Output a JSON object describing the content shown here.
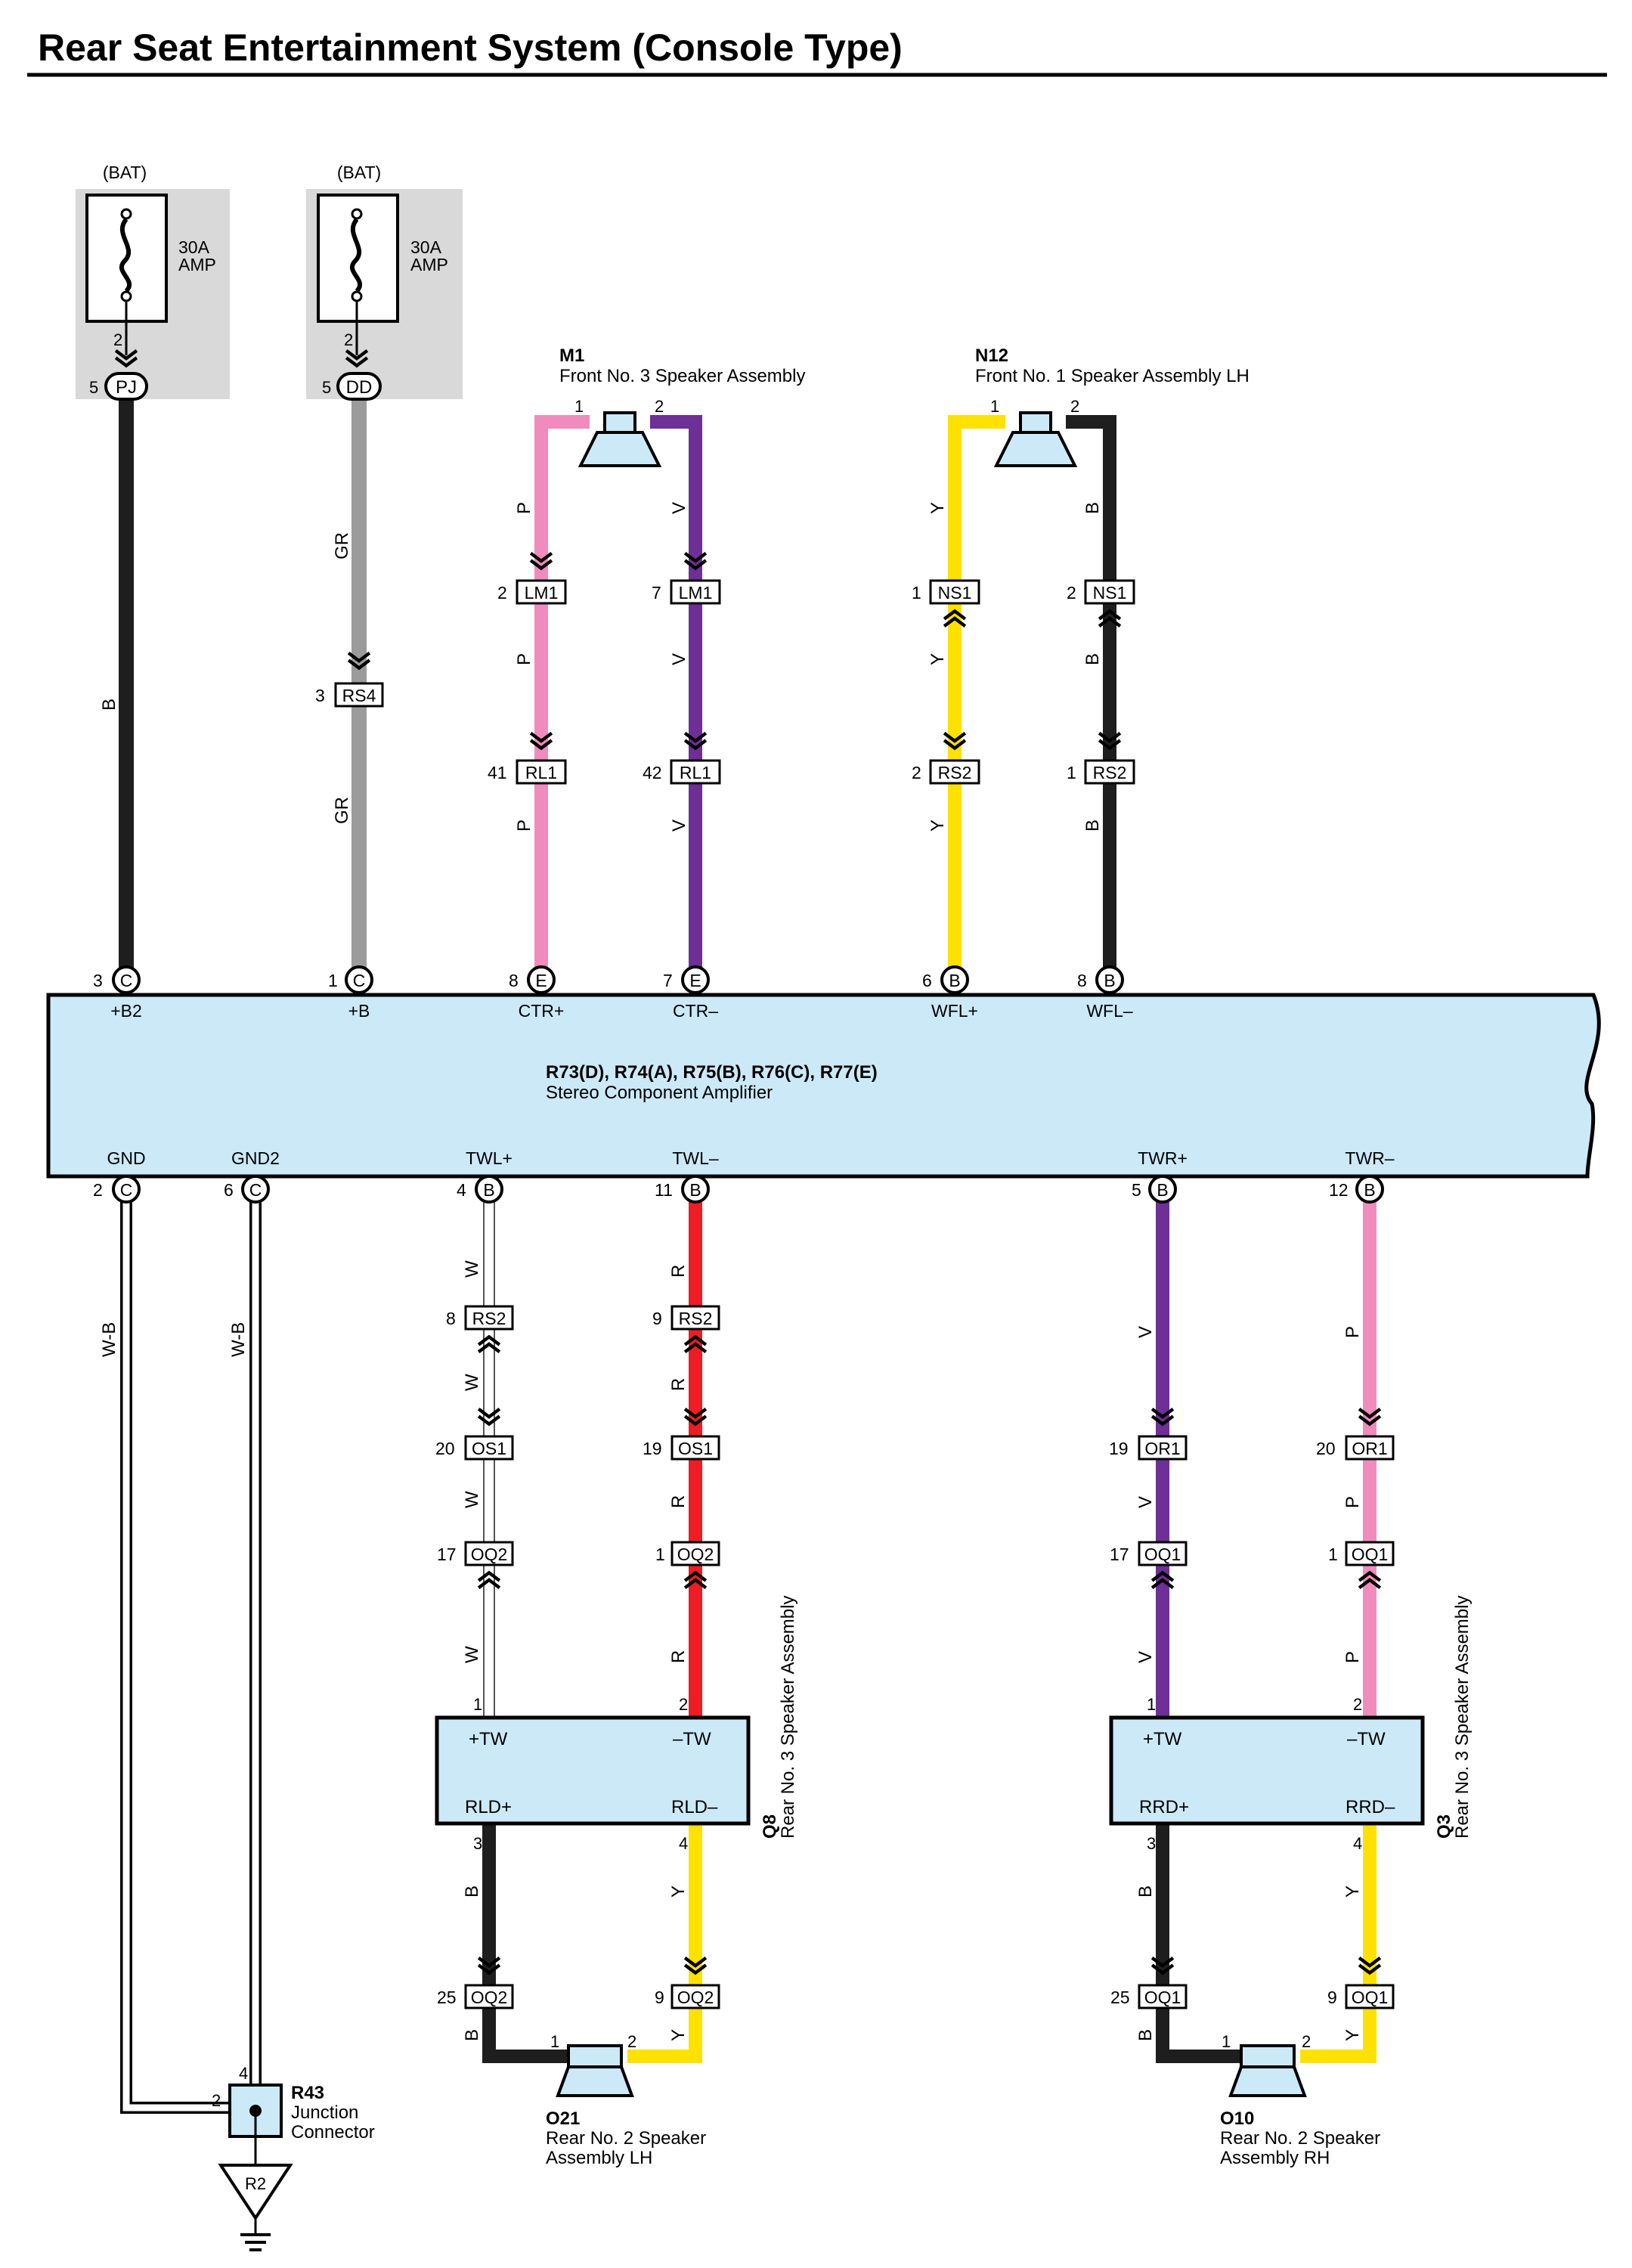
{
  "title": "Rear Seat Entertainment System (Console Type)",
  "colors": {
    "B": "#1e1e1e",
    "GR": "#9b9b9b",
    "P": "#f08bbd",
    "V": "#6e2f96",
    "Y": "#ffe100",
    "R": "#ee1c25",
    "W": "#ffffff",
    "component_fill": "#cce9f8",
    "fuse_box": "#d9d9d9"
  },
  "fuses": [
    {
      "source": "(BAT)",
      "rating": "30A",
      "unit": "AMP",
      "fuse_pin": "2",
      "conn_pin": "5",
      "conn": "PJ"
    },
    {
      "source": "(BAT)",
      "rating": "30A",
      "unit": "AMP",
      "fuse_pin": "2",
      "conn_pin": "5",
      "conn": "DD"
    }
  ],
  "amplifier": {
    "title": "R73(D), R74(A), R75(B), R76(C), R77(E)",
    "name": "Stereo Component Amplifier",
    "top_pins": [
      {
        "num": "3",
        "conn": "C",
        "label": "+B2"
      },
      {
        "num": "1",
        "conn": "C",
        "label": "+B"
      },
      {
        "num": "8",
        "conn": "E",
        "label": "CTR+"
      },
      {
        "num": "7",
        "conn": "E",
        "label": "CTR–"
      },
      {
        "num": "6",
        "conn": "B",
        "label": "WFL+"
      },
      {
        "num": "8",
        "conn": "B",
        "label": "WFL–"
      }
    ],
    "bottom_pins": [
      {
        "num": "2",
        "conn": "C",
        "label": "GND"
      },
      {
        "num": "6",
        "conn": "C",
        "label": "GND2"
      },
      {
        "num": "4",
        "conn": "B",
        "label": "TWL+"
      },
      {
        "num": "11",
        "conn": "B",
        "label": "TWL–"
      },
      {
        "num": "5",
        "conn": "B",
        "label": "TWR+"
      },
      {
        "num": "12",
        "conn": "B",
        "label": "TWR–"
      }
    ]
  },
  "speakers": [
    {
      "id": "M1",
      "name": "Front No. 3 Speaker Assembly",
      "pin1": "1",
      "pin2": "2"
    },
    {
      "id": "N12",
      "name": "Front No. 1 Speaker Assembly LH",
      "pin1": "1",
      "pin2": "2"
    },
    {
      "id": "O21",
      "name": "Rear No. 2 Speaker",
      "name2": "Assembly LH",
      "pin1": "1",
      "pin2": "2"
    },
    {
      "id": "O10",
      "name": "Rear No. 2 Speaker",
      "name2": "Assembly RH",
      "pin1": "1",
      "pin2": "2"
    }
  ],
  "rear_speaker_boxes": [
    {
      "id": "Q8",
      "name": "Rear No. 3 Speaker Assembly",
      "tl": "+TW",
      "tr": "–TW",
      "bl": "RLD+",
      "br": "RLD–",
      "p_tl": "1",
      "p_tr": "2",
      "p_bl": "3",
      "p_br": "4"
    },
    {
      "id": "Q3",
      "name": "Rear No. 3 Speaker Assembly",
      "tl": "+TW",
      "tr": "–TW",
      "bl": "RRD+",
      "br": "RRD–",
      "p_tl": "1",
      "p_tr": "2",
      "p_bl": "3",
      "p_br": "4"
    }
  ],
  "junction": {
    "id": "R43",
    "name": "Junction",
    "name2": "Connector",
    "pin_top": "4",
    "pin_left": "2",
    "ground": "R2"
  },
  "wires": [
    {
      "color": "B",
      "labels": [
        "B"
      ]
    },
    {
      "color": "GR",
      "labels": [
        "GR",
        "GR"
      ]
    },
    {
      "color": "P",
      "labels": [
        "P",
        "P",
        "P"
      ]
    },
    {
      "color": "V",
      "labels": [
        "V",
        "V",
        "V"
      ]
    },
    {
      "color": "Y",
      "labels": [
        "Y",
        "Y",
        "Y"
      ]
    },
    {
      "color": "B",
      "labels": [
        "B",
        "B",
        "B"
      ]
    },
    {
      "color": "W",
      "labels": [
        "W-B"
      ]
    },
    {
      "color": "W",
      "labels": [
        "W-B"
      ]
    },
    {
      "color": "W",
      "labels": [
        "W",
        "W",
        "W",
        "W"
      ]
    },
    {
      "color": "R",
      "labels": [
        "R",
        "R",
        "R",
        "R"
      ]
    },
    {
      "color": "V",
      "labels": [
        "V",
        "V",
        "V"
      ]
    },
    {
      "color": "P",
      "labels": [
        "P",
        "P",
        "P"
      ]
    },
    {
      "color": "B",
      "labels": [
        "B",
        "B"
      ]
    },
    {
      "color": "Y",
      "labels": [
        "Y",
        "Y"
      ]
    },
    {
      "color": "B",
      "labels": [
        "B",
        "B"
      ]
    },
    {
      "color": "Y",
      "labels": [
        "Y",
        "Y"
      ]
    }
  ],
  "connectors": [
    {
      "name": "RS4",
      "pin": "3"
    },
    {
      "name": "LM1",
      "pin": "2"
    },
    {
      "name": "LM1",
      "pin": "7"
    },
    {
      "name": "RL1",
      "pin": "41"
    },
    {
      "name": "RL1",
      "pin": "42"
    },
    {
      "name": "NS1",
      "pin": "1"
    },
    {
      "name": "NS1",
      "pin": "2"
    },
    {
      "name": "RS2",
      "pin": "2"
    },
    {
      "name": "RS2",
      "pin": "1"
    },
    {
      "name": "RS2",
      "pin": "8"
    },
    {
      "name": "RS2",
      "pin": "9"
    },
    {
      "name": "OS1",
      "pin": "20"
    },
    {
      "name": "OS1",
      "pin": "19"
    },
    {
      "name": "OQ2",
      "pin": "17"
    },
    {
      "name": "OQ2",
      "pin": "1"
    },
    {
      "name": "OR1",
      "pin": "19"
    },
    {
      "name": "OR1",
      "pin": "20"
    },
    {
      "name": "OQ1",
      "pin": "17"
    },
    {
      "name": "OQ1",
      "pin": "1"
    },
    {
      "name": "OQ2",
      "pin": "25"
    },
    {
      "name": "OQ2",
      "pin": "9"
    },
    {
      "name": "OQ1",
      "pin": "25"
    },
    {
      "name": "OQ1",
      "pin": "9"
    }
  ]
}
